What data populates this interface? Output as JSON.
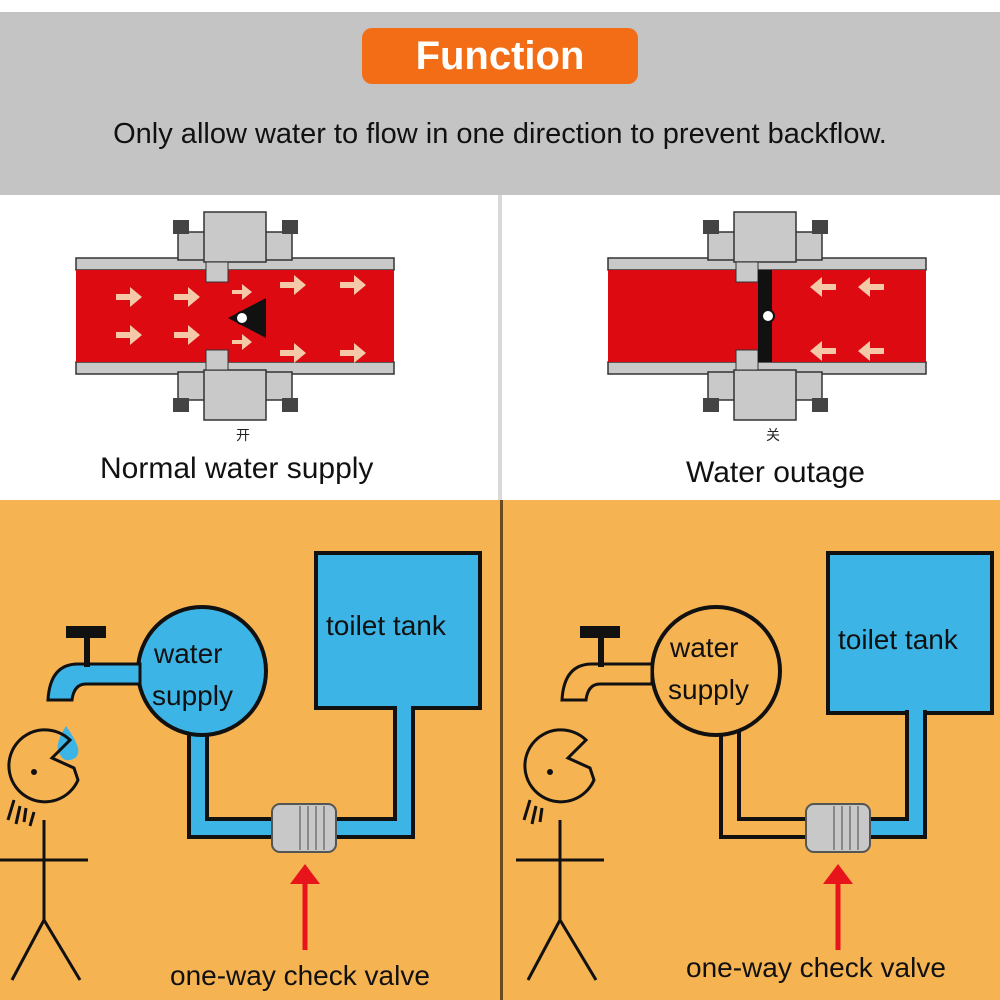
{
  "header": {
    "title": "Function",
    "subtitle": "Only allow water to flow in one direction to prevent backflow."
  },
  "colors": {
    "accent_orange": "#f36d16",
    "water_red": "#dd0a12",
    "water_blue": "#3db4e6",
    "background_orange": "#f6b352",
    "arrow_red": "#e8141b"
  },
  "valve_diagrams": [
    {
      "state_char": "开",
      "caption": "Normal water supply"
    },
    {
      "state_char": "关",
      "caption": "Water outage"
    }
  ],
  "scenes": [
    {
      "supply_label_1": "water",
      "supply_label_2": "supply",
      "tank_label": "toilet tank",
      "valve_label": "one-way check valve"
    },
    {
      "supply_label_1": "water",
      "supply_label_2": "supply",
      "tank_label": "toilet tank",
      "valve_label": "one-way check valve"
    }
  ]
}
